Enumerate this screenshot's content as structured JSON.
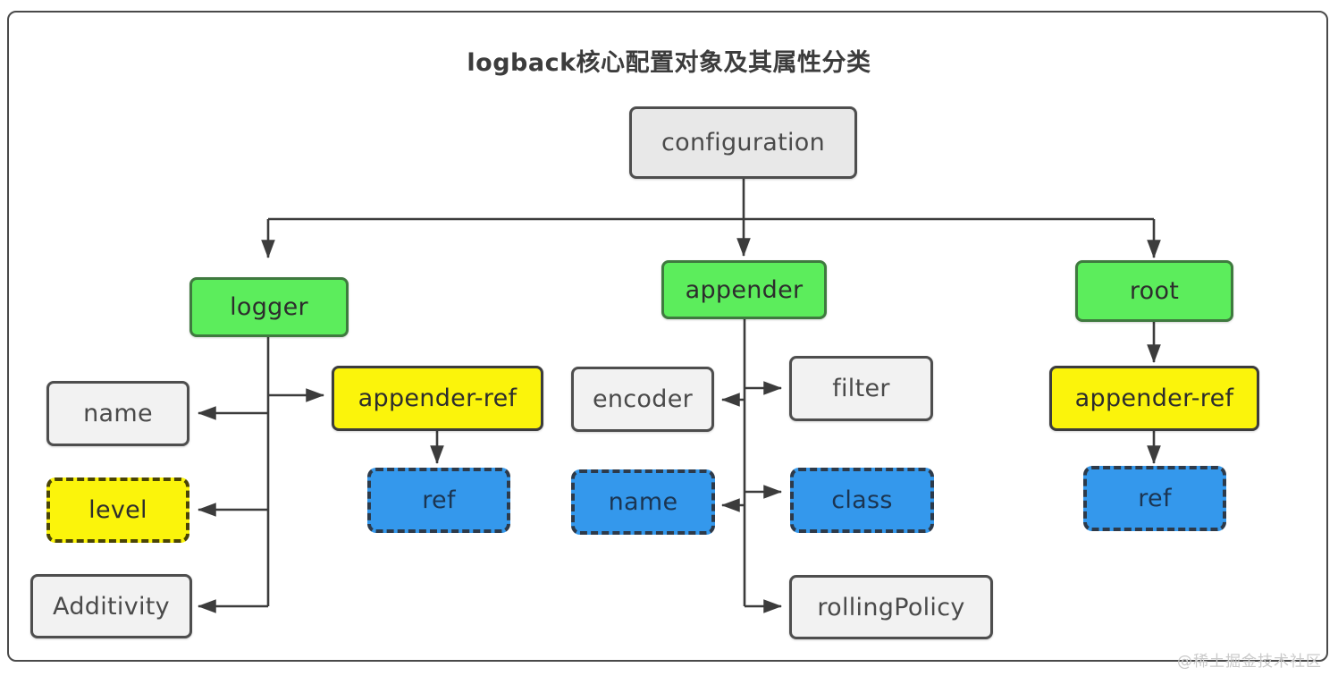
{
  "diagram": {
    "title": "logback核心配置对象及其属性分类",
    "watermark": "@稀土掘金技术社区",
    "colors": {
      "green": "#5ced5c",
      "yellow": "#fbf40b",
      "blue": "#3498ec",
      "gray": "#f2f2f2",
      "border_dark": "#4e4e4e",
      "frame": "#4a4a4a"
    },
    "nodes": {
      "configuration": {
        "label": "configuration",
        "style": "gray-rounded-solid"
      },
      "logger": {
        "label": "logger",
        "style": "green-solid"
      },
      "appender": {
        "label": "appender",
        "style": "green-solid"
      },
      "root": {
        "label": "root",
        "style": "green-solid"
      },
      "logger_name": {
        "label": "name",
        "style": "gray-solid"
      },
      "logger_level": {
        "label": "level",
        "style": "yellow-dashed"
      },
      "logger_additivity": {
        "label": "Additivity",
        "style": "gray-solid"
      },
      "logger_appender_ref": {
        "label": "appender-ref",
        "style": "yellow-solid"
      },
      "logger_ref": {
        "label": "ref",
        "style": "blue-dashed"
      },
      "appender_encoder": {
        "label": "encoder",
        "style": "gray-solid"
      },
      "appender_filter": {
        "label": "filter",
        "style": "gray-solid"
      },
      "appender_name": {
        "label": "name",
        "style": "blue-dashed"
      },
      "appender_class": {
        "label": "class",
        "style": "blue-dashed"
      },
      "appender_rolling_policy": {
        "label": "rollingPolicy",
        "style": "gray-solid"
      },
      "root_appender_ref": {
        "label": "appender-ref",
        "style": "yellow-solid"
      },
      "root_ref": {
        "label": "ref",
        "style": "blue-dashed"
      }
    },
    "edges": [
      {
        "from": "configuration",
        "to": "logger"
      },
      {
        "from": "configuration",
        "to": "appender"
      },
      {
        "from": "configuration",
        "to": "root"
      },
      {
        "from": "logger",
        "to": "logger_appender_ref"
      },
      {
        "from": "logger",
        "to": "logger_name"
      },
      {
        "from": "logger",
        "to": "logger_level"
      },
      {
        "from": "logger",
        "to": "logger_additivity"
      },
      {
        "from": "logger_appender_ref",
        "to": "logger_ref"
      },
      {
        "from": "appender",
        "to": "appender_filter"
      },
      {
        "from": "appender",
        "to": "appender_encoder"
      },
      {
        "from": "appender",
        "to": "appender_class"
      },
      {
        "from": "appender",
        "to": "appender_name"
      },
      {
        "from": "appender",
        "to": "appender_rolling_policy"
      },
      {
        "from": "root",
        "to": "root_appender_ref"
      },
      {
        "from": "root_appender_ref",
        "to": "root_ref"
      }
    ]
  }
}
